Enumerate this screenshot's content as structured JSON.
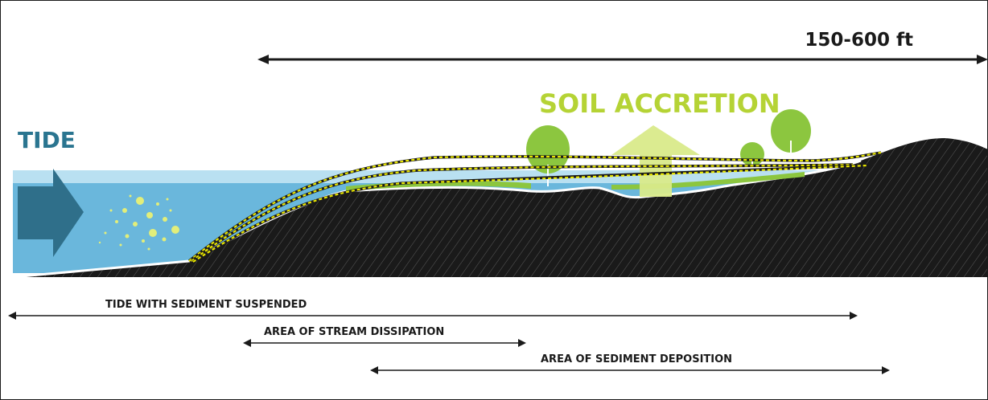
{
  "diagram": {
    "title_tide": "TIDE",
    "title_soil": "SOIL ACCRETION",
    "width_label": "150-600 ft",
    "labels": {
      "sediment_suspended": "TIDE WITH SEDIMENT SUSPENDED",
      "stream_dissipation": "AREA OF STREAM DISSIPATION",
      "sediment_deposition": "AREA OF SEDIMENT DEPOSITION"
    }
  },
  "colors": {
    "tide_text": "#2a7590",
    "soil_text": "#b5d335",
    "water_light": "#b9e0f1",
    "water_main": "#6ab7dc",
    "arrow_blue": "#2f6f8a",
    "ground": "#1a1a1a",
    "grass": "#8cc63f",
    "tree": "#8cc63f",
    "up_arrow": "#d9ea8a",
    "dotted_line": "#e9e600",
    "sediment": "#e2ee7a"
  }
}
